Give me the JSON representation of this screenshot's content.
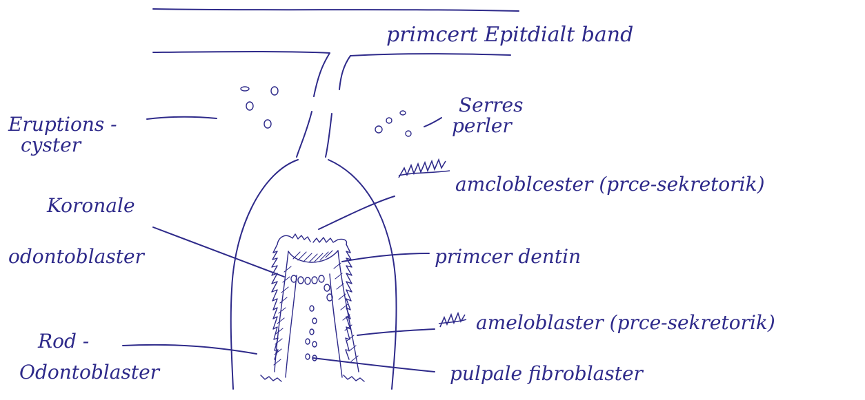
{
  "labels": {
    "epithelial_band": "primcert Epitdialt band",
    "eruption_cysts_1": "Eruptions -",
    "eruption_cysts_2": "cyster",
    "serres_1": "Serres",
    "serres_2": "perler",
    "ameloblasts_top": "amcloblcester (prce-sekretorik)",
    "coronal_1": "Koronale",
    "coronal_2": "odontoblaster",
    "primary_dentin": "primcer dentin",
    "ameloblasts_lower": "ameloblaster (prce-sekretorik)",
    "root_1": "Rod -",
    "root_2": "Odontoblaster",
    "pulp_fibroblasts": "pulpale fibroblaster"
  },
  "colors": {
    "ink": "#2e2a8a",
    "background": "#ffffff"
  }
}
